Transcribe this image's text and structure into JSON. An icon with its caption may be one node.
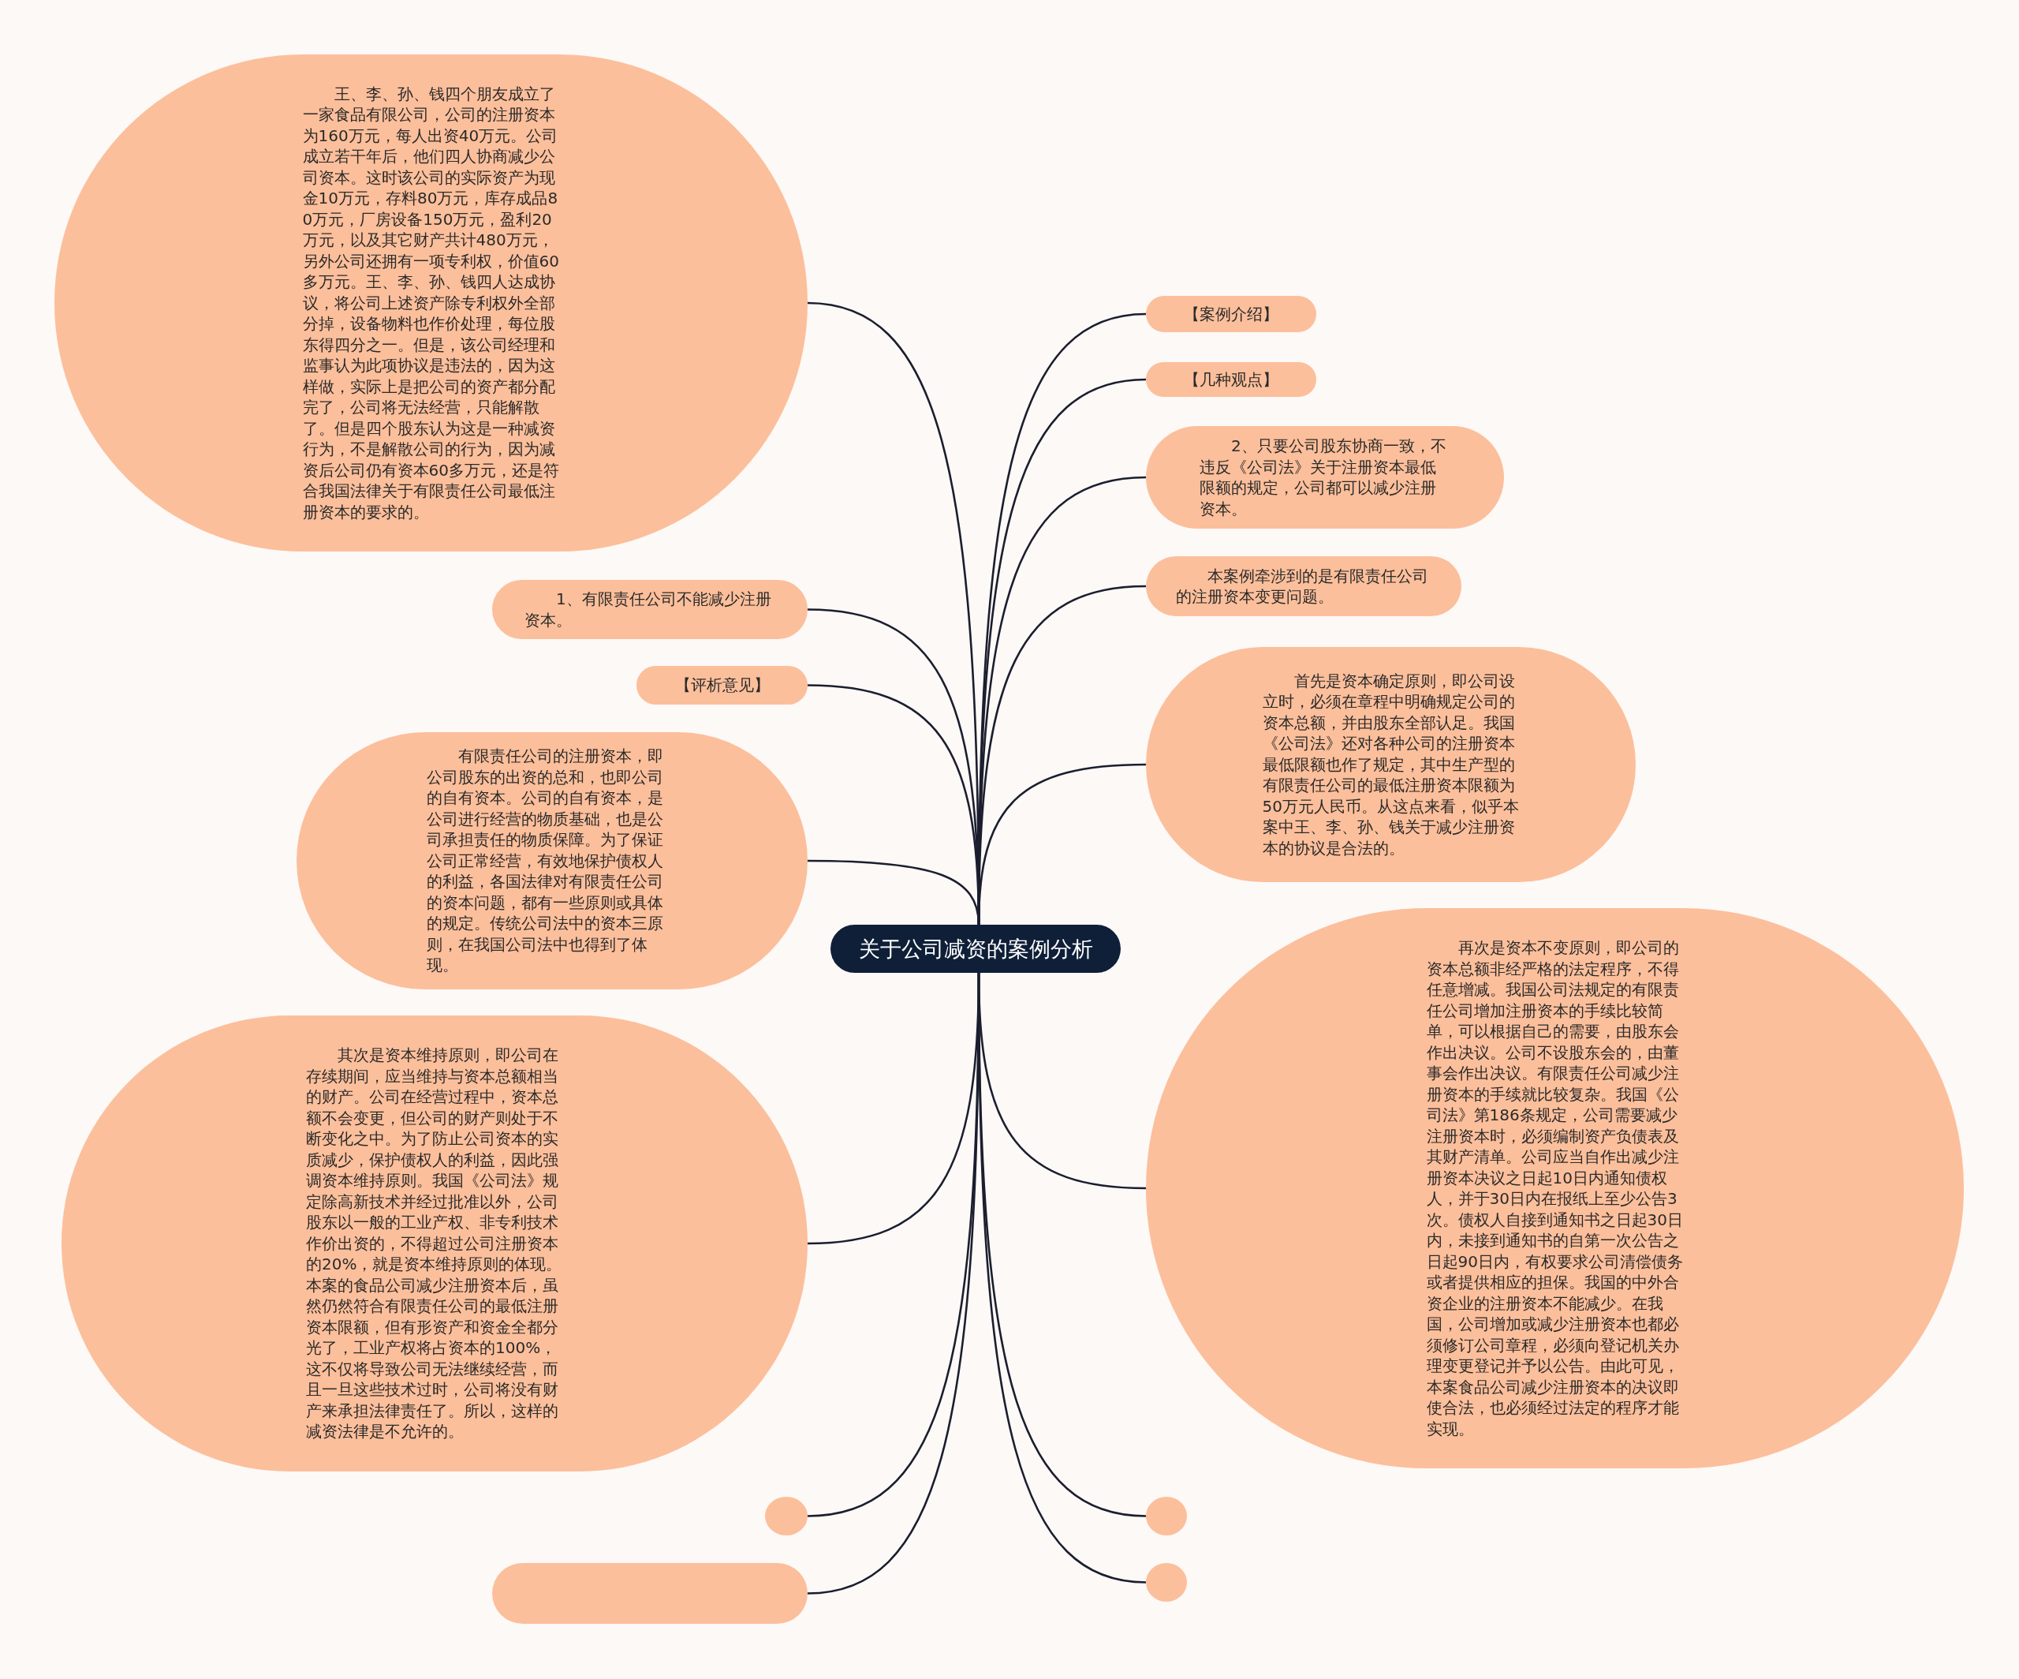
{
  "diagram": {
    "nodes": [
      {
        "text": [
          "关于公司减资的案例分析"
        ]
      },
      {
        "text": [
          "【案例介绍】"
        ]
      },
      {
        "text": [
          "【几种观点】"
        ]
      },
      {
        "text": [
          "2、只要公司股东协商一致，不违反《公司法》关于注册资本最低限额的规定，公司都可以减少注册资本。"
        ]
      },
      {
        "text": [
          "本案例牵涉到的是有限责任公司的注册资本变更问题。"
        ]
      },
      {
        "text": [
          "首先是资本确定原则，即公司设立时，必须在章程中明确规定公司的资本总额，并由股东全部认足。我国《公司法》还对各种公司的注册资本最低限额也作了规定，其中生产型的有限责任公司的最低注册资本限额为50万元人民币。从这点来看，似乎本案中王、李、孙、钱关于减少注册资本的协议是合法的。"
        ]
      },
      {
        "text": [
          "再次是资本不变原则，即公司的资本总额非经严格的法定程序，不得任意增减。我国公司法规定的有限责任公司增加注册资本的手续比较简单，可以根据自己的需要，由股东会作出决议。公司不设股东会的，由董事会作出决议。有限责任公司减少注册资本的手续就比较复杂。我国《公司法》第186条规定，公司需要减少注册资本时，必须编制资产负债表及其财产清单。公司应当自作出减少注册资本决议之日起10日内通知债权人，并于30日内在报纸上至少公告3次。债权人自接到通知书之日起30日内，未接到通知书的自第一次公告之日起90日内，有权要求公司清偿债务或者提供相应的担保。我国的中外合资企业的注册资本不能减少。在我国，公司增加或减少注册资本也都必须修订公司章程，必须向登记机关办理变更登记并予以公告。由此可见，本案食品公司减少注册资本的决议即使合法，也必须经过法定的程序才能实现。"
        ]
      },
      {
        "text": [],
        "shape": "circle"
      },
      {
        "text": [],
        "shape": "circle"
      },
      {
        "text": [
          "王、李、孙、钱四个朋友成立了一家食品有限公司，公司的注册资本为160万元，每人出资40万元。公司成立若干年后，他们四人协商减少公司资本。这时该公司的实际资产为现金10万元，存料80万元，库存成品80万元，厂房设备150万元，盈利20万元，以及其它财产共计480万元，另外公司还拥有一项专利权，价值60多万元。王、李、孙、钱四人达成协议，将公司上述资产除专利权外全部分掉，设备物料也作价处理，每位股东得四分之一。但是，该公司经理和监事认为此项协议是违法的，因为这样做，实际上是把公司的资产都分配完了，公司将无法经营，只能解散了。但是四个股东认为这是一种减资行为，不是解散公司的行为，因为减资后公司仍有资本60多万元，还是符合我国法律关于有限责任公司最低注册资本的要求的。"
        ]
      },
      {
        "text": [
          "1、有限责任公司不能减少注册资本。"
        ]
      },
      {
        "text": [
          "【评析意见】"
        ]
      },
      {
        "text": [
          "有限责任公司的注册资本，即公司股东的出资的总和，也即公司的自有资本。公司的自有资本，是公司进行经营的物质基础，也是公司承担责任的物质保障。为了保证公司正常经营，有效地保护债权人的利益，各国法律对有限责任公司的资本问题，都有一些原则或具体的规定。传统公司法中的资本三原则，在我国公司法中也得到了体现。"
        ]
      },
      {
        "text": [
          "其次是资本维持原则，即公司在存续期间，应当维持与资本总额相当的财产。公司在经营过程中，资本总额不会变更，但公司的财产则处于不断变化之中。为了防止公司资本的实质减少，保护债权人的利益，因此强调资本维持原则。我国《公司法》规定除高新技术并经过批准以外，公司股东以一般的工业产权、非专利技术作价出资的，不得超过公司注册资本的20%，就是资本维持原则的体现。本案的食品公司减少注册资本后，虽然仍然符合有限责任公司的最低注册资本限额，但有形资产和资金全都分光了，工业产权将占资本的100%，这不仅将导致公司无法继续经营，而且一旦这些技术过时，公司将没有财产来承担法律责任了。所以，这样的减资法律是不允许的。"
        ]
      },
      {
        "text": [],
        "shape": "circle"
      },
      {
        "text": [],
        "shape": "box"
      }
    ],
    "edges": [
      {
        "from": 0,
        "to": 1,
        "arrow": "none"
      },
      {
        "from": 0,
        "to": 2,
        "arrow": "none"
      },
      {
        "from": 0,
        "to": 3,
        "arrow": "none"
      },
      {
        "from": 0,
        "to": 4,
        "arrow": "none"
      },
      {
        "from": 0,
        "to": 5,
        "arrow": "none"
      },
      {
        "from": 0,
        "to": 6,
        "arrow": "none"
      },
      {
        "from": 0,
        "to": 7,
        "arrow": "none"
      },
      {
        "from": 0,
        "to": 8,
        "arrow": "none"
      },
      {
        "from": 0,
        "to": 9,
        "arrow": "none"
      },
      {
        "from": 0,
        "to": 10,
        "arrow": "none"
      },
      {
        "from": 0,
        "to": 11,
        "arrow": "none"
      },
      {
        "from": 0,
        "to": 12,
        "arrow": "none"
      },
      {
        "from": 0,
        "to": 13,
        "arrow": "none"
      },
      {
        "from": 0,
        "to": 14,
        "arrow": "none"
      },
      {
        "from": 0,
        "to": 15,
        "arrow": "none"
      }
    ]
  }
}
